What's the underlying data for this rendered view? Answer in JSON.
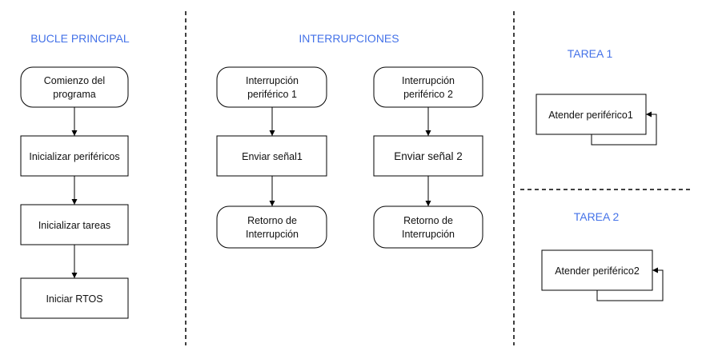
{
  "colors": {
    "heading": "#4472e8",
    "stroke": "#000000",
    "background": "#ffffff"
  },
  "sections": {
    "bucle_principal": "BUCLE PRINCIPAL",
    "interrupciones": "INTERRUPCIONES",
    "tarea1": "TAREA 1",
    "tarea2": "TAREA 2"
  },
  "nodes": {
    "comienzo": [
      "Comienzo del",
      "programa"
    ],
    "inicializar_perifericos": [
      "Inicializar periféricos"
    ],
    "inicializar_tareas": [
      "Inicializar tareas"
    ],
    "iniciar_rtos": [
      "Iniciar RTOS"
    ],
    "interrupcion1": [
      "Interrupción",
      "periférico 1"
    ],
    "enviar_senal1": [
      "Enviar señal1"
    ],
    "retorno1": [
      "Retorno de",
      "Interrupción"
    ],
    "interrupcion2": [
      "Interrupción",
      "periférico 2"
    ],
    "enviar_senal2": [
      "Enviar señal 2"
    ],
    "retorno2": [
      "Retorno de",
      "Interrupción"
    ],
    "atender1": [
      "Atender periférico1"
    ],
    "atender2": [
      "Atender periférico2"
    ]
  }
}
